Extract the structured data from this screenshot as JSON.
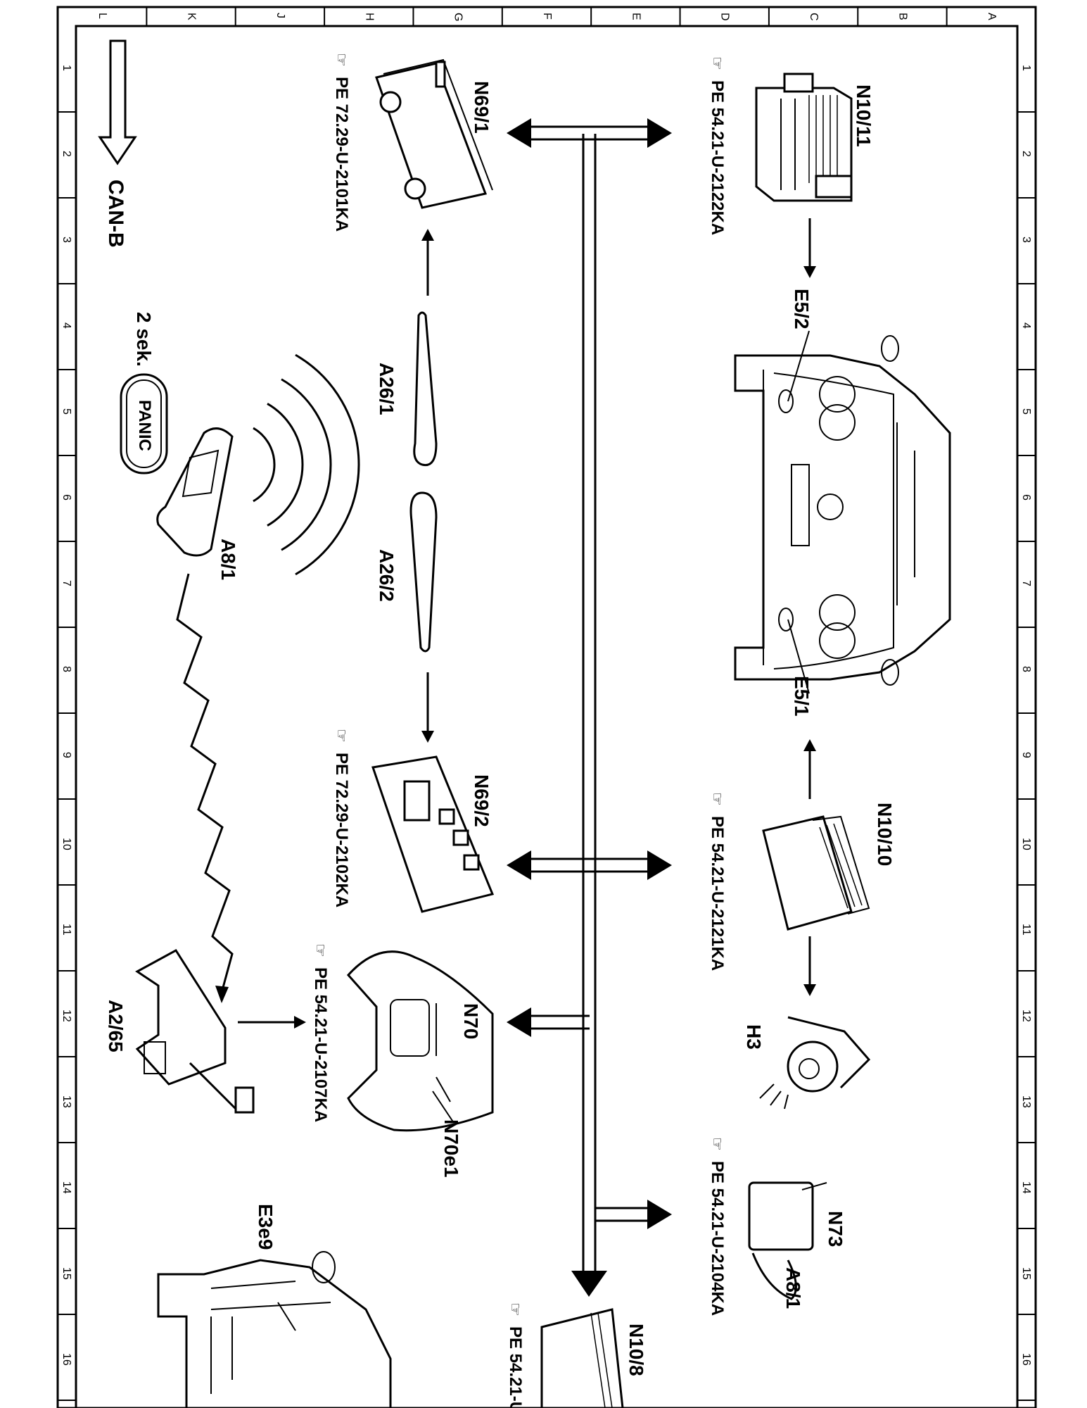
{
  "sheet": {
    "row_letters": [
      "L",
      "K",
      "J",
      "H",
      "G",
      "F",
      "E",
      "D",
      "C",
      "B",
      "A"
    ],
    "column_numbers": [
      "1",
      "2",
      "3",
      "4",
      "5",
      "6",
      "7",
      "8",
      "9",
      "10",
      "11",
      "12",
      "13",
      "14",
      "15",
      "16"
    ]
  },
  "bus": {
    "label": "CAN-B"
  },
  "labels": {
    "n10_11": "N10/11",
    "n69_1": "N69/1",
    "e5_2": "E5/2",
    "e5_1": "E5/1",
    "a26_1": "A26/1",
    "a26_2": "A26/2",
    "a8_1": "A8/1",
    "a8_1_b": "A8/1",
    "seconds": "2 sek.",
    "panic": "PANIC",
    "n69_2": "N69/2",
    "n10_10": "N10/10",
    "a2_65": "A2/65",
    "n70": "N70",
    "n70e1": "N70e1",
    "h3": "H3",
    "n73": "N73",
    "e3e9": "E3e9",
    "n10_8": "N10/8"
  },
  "references": {
    "n10_11": "PE 54.21-U-2122KA",
    "n69_1": "PE 72.29-U-2101KA",
    "n69_2": "PE 72.29-U-2102KA",
    "n10_10": "PE 54.21-U-2121KA",
    "n70": "PE 54.21-U-2107KA",
    "n73": "PE 54.21-U-2104KA",
    "n10_8": "PE 54.21-U"
  },
  "icons": [
    "hand-pointer-icon",
    "arrow-icon"
  ]
}
